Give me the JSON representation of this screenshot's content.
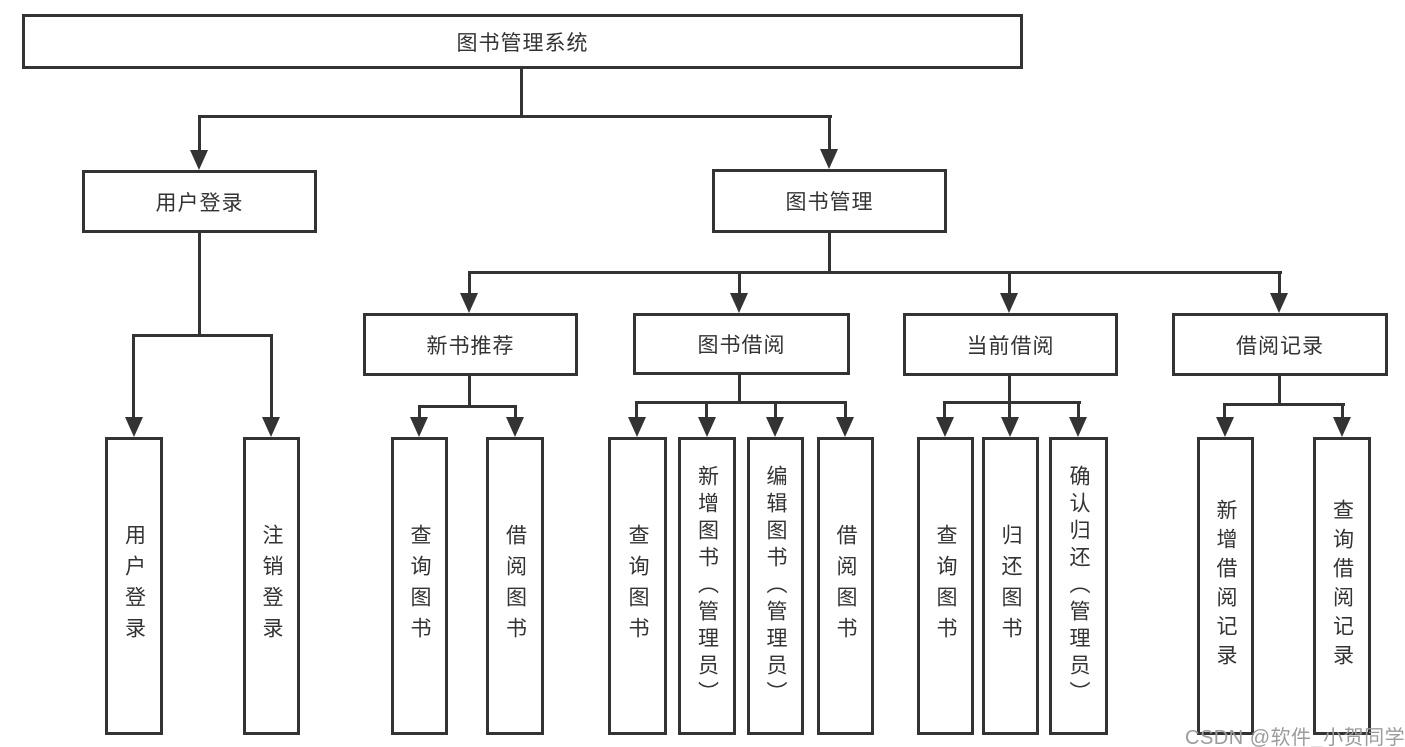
{
  "title": "图书管理系统",
  "watermark": {
    "text": "CSDN @软件_小贺同学",
    "color": "#9c9c9c"
  },
  "colors": {
    "line": "#333333",
    "box_border": "#333333",
    "text": "#333333",
    "watermark": "#9c9c9c",
    "background": "#ffffff"
  },
  "tree": {
    "root": {
      "label": "图书管理系统"
    },
    "level2": [
      {
        "id": "user-login",
        "label": "用户登录",
        "parent": "root"
      },
      {
        "id": "book-management",
        "label": "图书管理",
        "parent": "root"
      }
    ],
    "level3": [
      {
        "id": "new-book-recommend",
        "label": "新书推荐",
        "parent": "book-management"
      },
      {
        "id": "book-borrowing",
        "label": "图书借阅",
        "parent": "book-management"
      },
      {
        "id": "current-borrowing",
        "label": "当前借阅",
        "parent": "book-management"
      },
      {
        "id": "borrowing-records",
        "label": "借阅记录",
        "parent": "book-management"
      }
    ],
    "leaves": [
      {
        "label": "用户登录",
        "parent": "user-login"
      },
      {
        "label": "注销登录",
        "parent": "user-login"
      },
      {
        "label": "查询图书",
        "parent": "new-book-recommend"
      },
      {
        "label": "借阅图书",
        "parent": "new-book-recommend"
      },
      {
        "label": "查询图书",
        "parent": "book-borrowing"
      },
      {
        "label": "新增图书（管理员）",
        "parent": "book-borrowing"
      },
      {
        "label": "编辑图书（管理员）",
        "parent": "book-borrowing"
      },
      {
        "label": "借阅图书",
        "parent": "book-borrowing"
      },
      {
        "label": "查询图书",
        "parent": "current-borrowing"
      },
      {
        "label": "归还图书",
        "parent": "current-borrowing"
      },
      {
        "label": "确认归还（管理员）",
        "parent": "current-borrowing"
      },
      {
        "label": "新增借阅记录",
        "parent": "borrowing-records"
      },
      {
        "label": "查询借阅记录",
        "parent": "borrowing-records"
      }
    ]
  }
}
